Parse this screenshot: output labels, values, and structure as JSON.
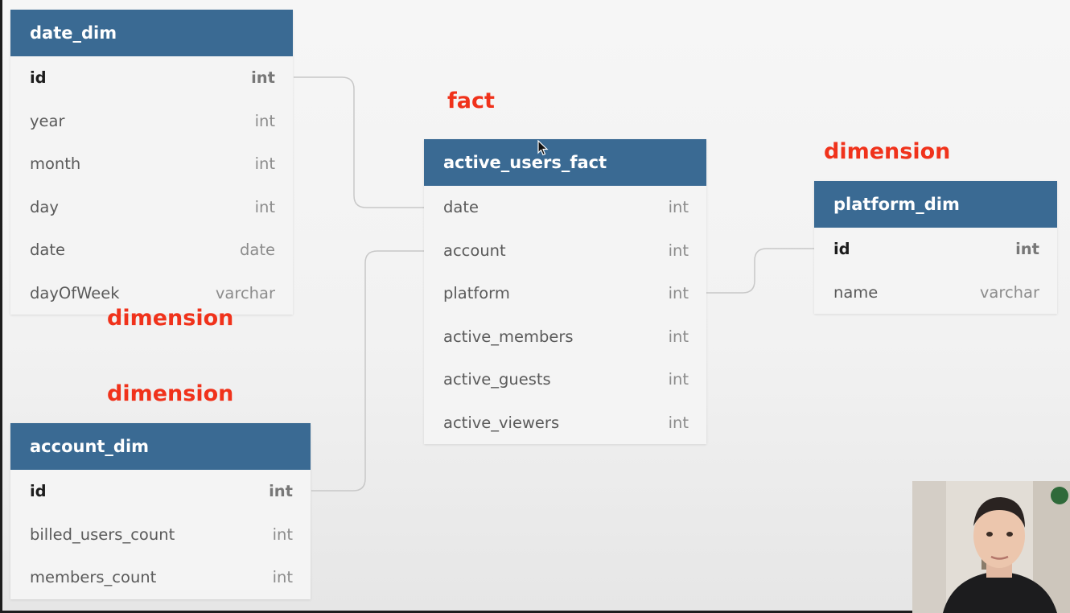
{
  "tables": {
    "date_dim": {
      "title": "date_dim",
      "columns": [
        {
          "name": "id",
          "type": "int"
        },
        {
          "name": "year",
          "type": "int"
        },
        {
          "name": "month",
          "type": "int"
        },
        {
          "name": "day",
          "type": "int"
        },
        {
          "name": "date",
          "type": "date"
        },
        {
          "name": "dayOfWeek",
          "type": "varchar"
        }
      ]
    },
    "active_users_fact": {
      "title": "active_users_fact",
      "columns": [
        {
          "name": "date",
          "type": "int"
        },
        {
          "name": "account",
          "type": "int"
        },
        {
          "name": "platform",
          "type": "int"
        },
        {
          "name": "active_members",
          "type": "int"
        },
        {
          "name": "active_guests",
          "type": "int"
        },
        {
          "name": "active_viewers",
          "type": "int"
        }
      ]
    },
    "platform_dim": {
      "title": "platform_dim",
      "columns": [
        {
          "name": "id",
          "type": "int"
        },
        {
          "name": "name",
          "type": "varchar"
        }
      ]
    },
    "account_dim": {
      "title": "account_dim",
      "columns": [
        {
          "name": "id",
          "type": "int"
        },
        {
          "name": "billed_users_count",
          "type": "int"
        },
        {
          "name": "members_count",
          "type": "int"
        }
      ]
    }
  },
  "annotations": {
    "fact": "fact",
    "platform_label": "dimension",
    "date_label": "dimension",
    "account_label": "dimension"
  },
  "colors": {
    "header": "#3a6a93",
    "annotation": "#f0321b",
    "connector": "#c8c8c8"
  }
}
